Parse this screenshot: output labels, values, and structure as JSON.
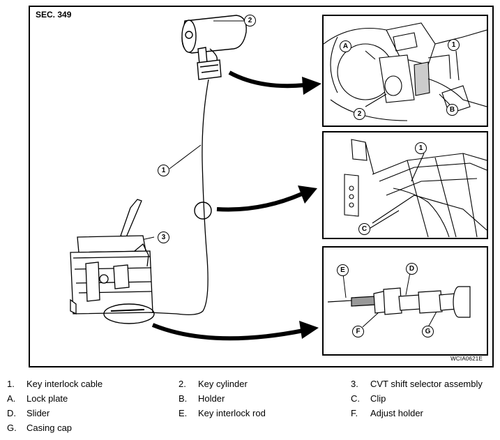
{
  "figure": {
    "section": "SEC. 349",
    "code": "WCIA0621E",
    "callouts": {
      "key_cylinder": "2",
      "cable": "1",
      "selector": "3",
      "inset1_a": "A",
      "inset1_1": "1",
      "inset1_2": "2",
      "inset1_b": "B",
      "inset2_1": "1",
      "inset2_c": "C",
      "inset3_e": "E",
      "inset3_d": "D",
      "inset3_f": "F",
      "inset3_g": "G"
    }
  },
  "legend": {
    "row1": [
      {
        "key": "1.",
        "label": "Key interlock cable"
      },
      {
        "key": "2.",
        "label": "Key cylinder"
      },
      {
        "key": "3.",
        "label": "CVT shift selector assembly"
      }
    ],
    "row2": [
      {
        "key": "A.",
        "label": "Lock plate"
      },
      {
        "key": "B.",
        "label": "Holder"
      },
      {
        "key": "C.",
        "label": "Clip"
      }
    ],
    "row3": [
      {
        "key": "D.",
        "label": "Slider"
      },
      {
        "key": "E.",
        "label": "Key interlock rod"
      },
      {
        "key": "F.",
        "label": "Adjust holder"
      }
    ],
    "row4": [
      {
        "key": "G.",
        "label": "Casing cap"
      }
    ]
  }
}
